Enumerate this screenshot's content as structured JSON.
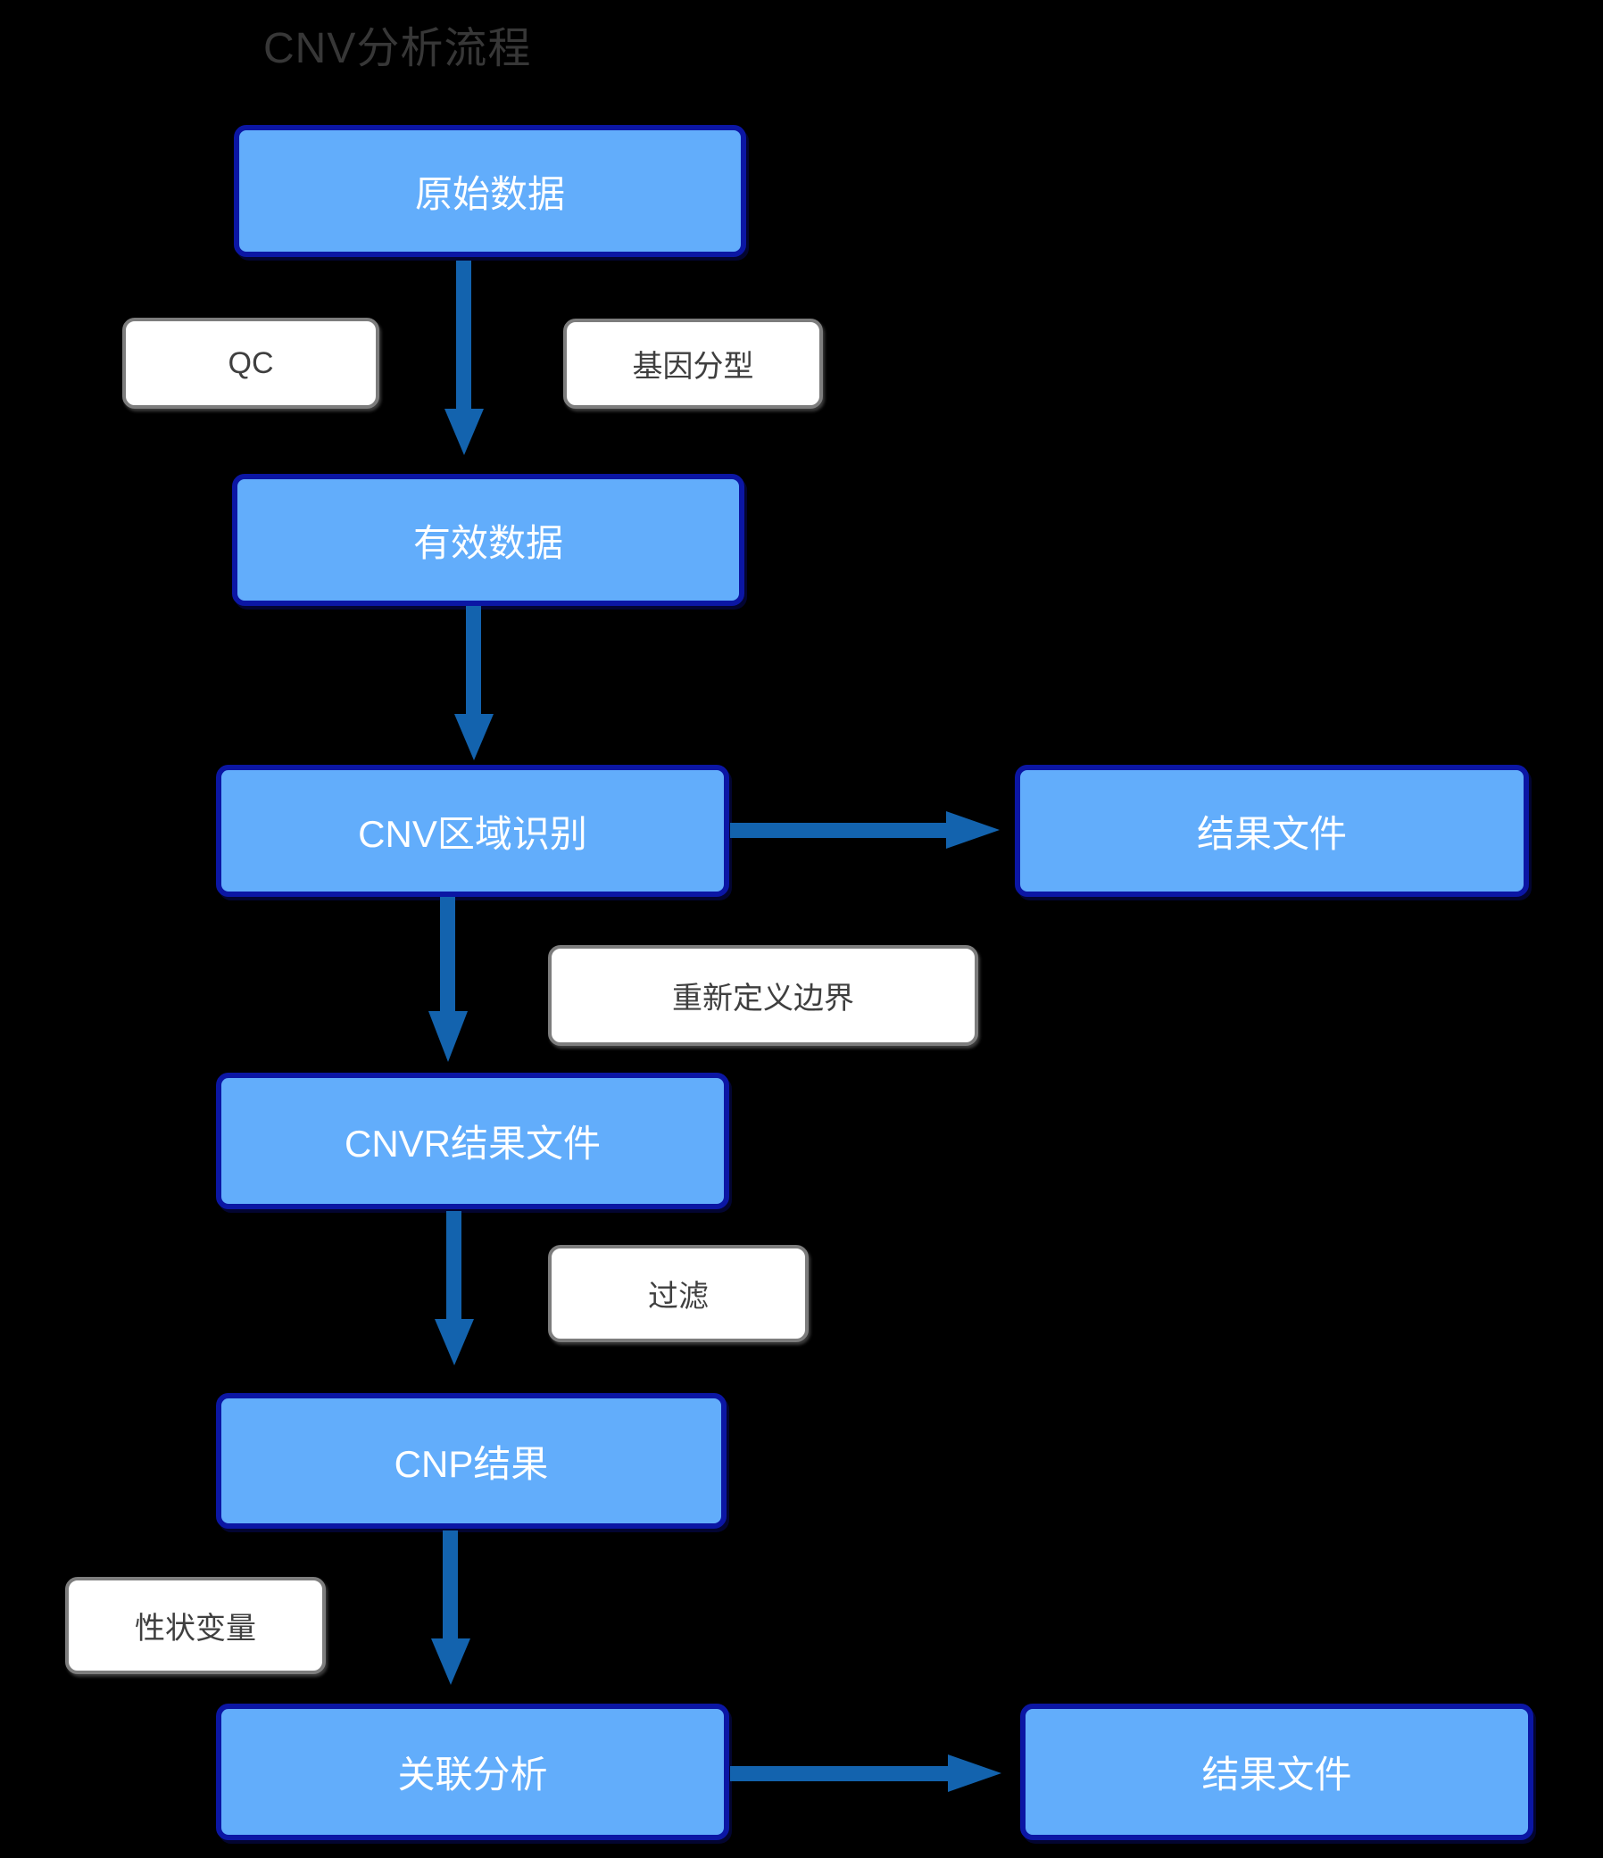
{
  "title": "CNV分析流程",
  "colors": {
    "background": "#000000",
    "node_fill": "#62ADFB",
    "node_border": "#0B16A4",
    "node_text": "#FFFFFF",
    "label_fill": "#FFFFFF",
    "label_border": "#7D7D7D",
    "label_text": "#3F3F3F",
    "arrow": "#1363AE",
    "title_color": "#373737"
  },
  "nodes": {
    "raw_data": "原始数据",
    "valid_data": "有效数据",
    "cnv_region": "CNV区域识别",
    "result_file_top": "结果文件",
    "cnvr_result": "CNVR结果文件",
    "cnp_result": "CNP结果",
    "association": "关联分析",
    "result_file_bottom": "结果文件"
  },
  "edge_labels": {
    "qc": "QC",
    "genotyping": "基因分型",
    "redefine_boundary": "重新定义边界",
    "filter": "过滤",
    "trait_variable": "性状变量"
  },
  "edges": [
    {
      "from": "原始数据",
      "to": "有效数据",
      "labels": [
        "QC",
        "基因分型"
      ]
    },
    {
      "from": "有效数据",
      "to": "CNV区域识别",
      "labels": []
    },
    {
      "from": "CNV区域识别",
      "to": "结果文件",
      "labels": []
    },
    {
      "from": "CNV区域识别",
      "to": "CNVR结果文件",
      "labels": [
        "重新定义边界"
      ]
    },
    {
      "from": "CNVR结果文件",
      "to": "CNP结果",
      "labels": [
        "过滤"
      ]
    },
    {
      "from": "CNP结果",
      "to": "关联分析",
      "labels": [
        "性状变量"
      ]
    },
    {
      "from": "关联分析",
      "to": "结果文件",
      "labels": []
    }
  ]
}
